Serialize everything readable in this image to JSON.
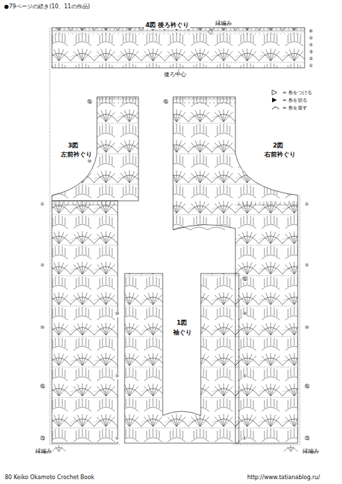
{
  "diagram": {
    "title": "●79ページの続き(10、11の作品)",
    "labels": [
      "4図 後ろ衿ぐり",
      "後ろ中心",
      "3図",
      "左前衿ぐり",
      "2図",
      "右前衿ぐり",
      "1図",
      "袖ぐり",
      "80 Keiko Okamoto Crochet Book",
      "http://www.tatianablog.ru/",
      "縁編み",
      "縁編み",
      "縁編み",
      "①",
      "②",
      "③",
      "④",
      "⑤",
      "⑥",
      "⑩",
      "⑮",
      "①",
      "⑤",
      "⑩",
      "⑮",
      "⑳",
      "①",
      "⑤",
      "⑩",
      "⑮",
      "⑳",
      "①",
      "⑤",
      "⑩",
      "①",
      "⑤",
      "⑩",
      "⑮",
      "⑮"
    ],
    "legend": [
      {
        "text": "= 糸をつける"
      },
      {
        "text": "= 糸を切る"
      },
      {
        "text": "= 糸を渡す"
      }
    ]
  }
}
